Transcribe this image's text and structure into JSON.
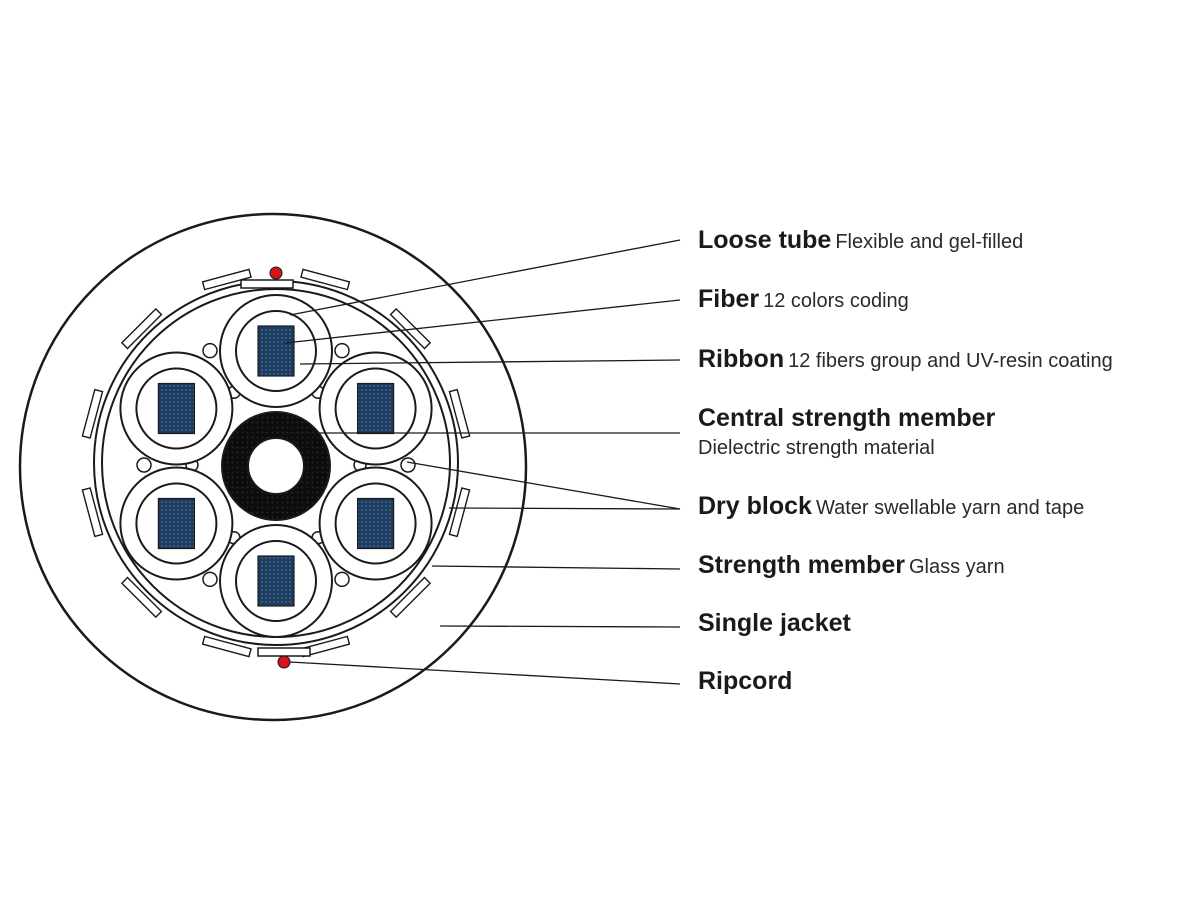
{
  "labels": [
    {
      "name": "Loose tube",
      "desc": "Flexible and gel-filled"
    },
    {
      "name": "Fiber",
      "desc": "12 colors coding"
    },
    {
      "name": "Ribbon",
      "desc": "12 fibers group and UV-resin coating"
    },
    {
      "name": "Central strength member",
      "desc": "Dielectric strength material"
    },
    {
      "name": "Dry block",
      "desc": "Water swellable yarn and tape"
    },
    {
      "name": "Strength member",
      "desc": "Glass yarn"
    },
    {
      "name": "Single jacket",
      "desc": ""
    },
    {
      "name": "Ripcord",
      "desc": ""
    }
  ],
  "colors": {
    "outline": "#1a1a1a",
    "ribbon": "#1e3a5c",
    "core": "#0d0d0d",
    "ripcord": "#d4141a",
    "text": "#1a1a1a"
  }
}
